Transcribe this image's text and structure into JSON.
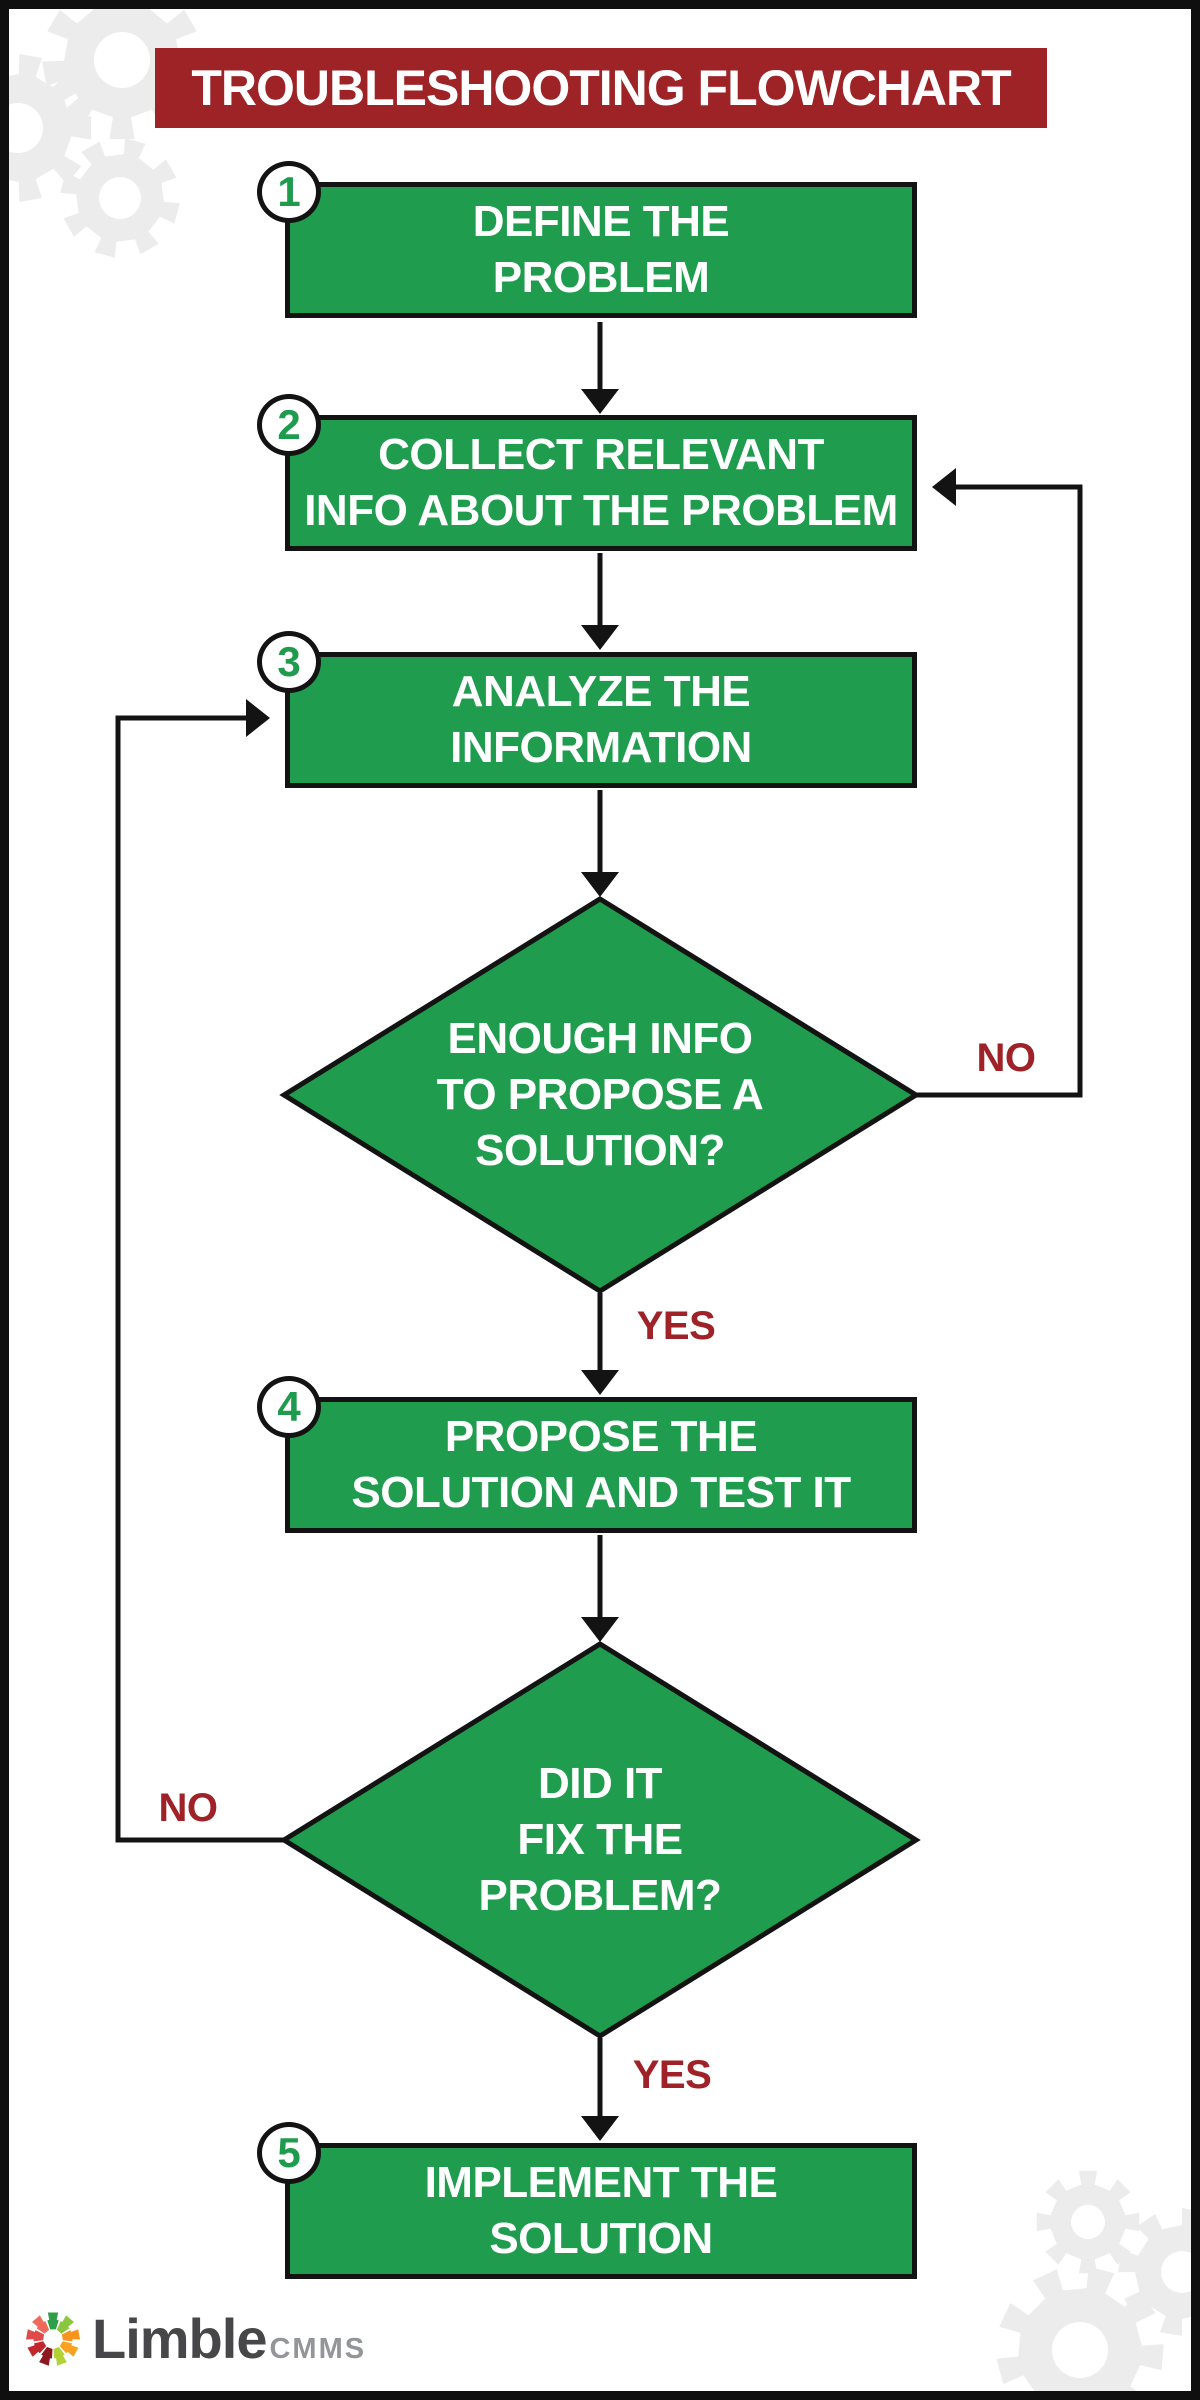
{
  "title": "TROUBLESHOOTING FLOWCHART",
  "colors": {
    "box_green": "#1f9c4e",
    "badge_number_green": "#1e9b4d",
    "banner_red": "#9e2327",
    "edge_label_red": "#9e2227",
    "line_black": "#131313",
    "gear_gray": "#ececec",
    "logo_text_gray": "#474749",
    "logo_suffix_gray": "#939598"
  },
  "flow": {
    "boxes": [
      {
        "number": "1",
        "label": "DEFINE THE\nPROBLEM"
      },
      {
        "number": "2",
        "label": "COLLECT RELEVANT\nINFO ABOUT THE PROBLEM"
      },
      {
        "number": "3",
        "label": "ANALYZE THE\nINFORMATION"
      },
      {
        "number": "4",
        "label": "PROPOSE THE\nSOLUTION AND TEST IT"
      },
      {
        "number": "5",
        "label": "IMPLEMENT THE\nSOLUTION"
      }
    ],
    "decisions": [
      {
        "label": "ENOUGH INFO\nTO PROPOSE A\nSOLUTION?",
        "no_label": "NO",
        "yes_label": "YES"
      },
      {
        "label": "DID IT\nFIX THE\nPROBLEM?",
        "no_label": "NO",
        "yes_label": "YES"
      }
    ]
  },
  "logo": {
    "brand": "Limble",
    "suffix": "CMMS"
  }
}
